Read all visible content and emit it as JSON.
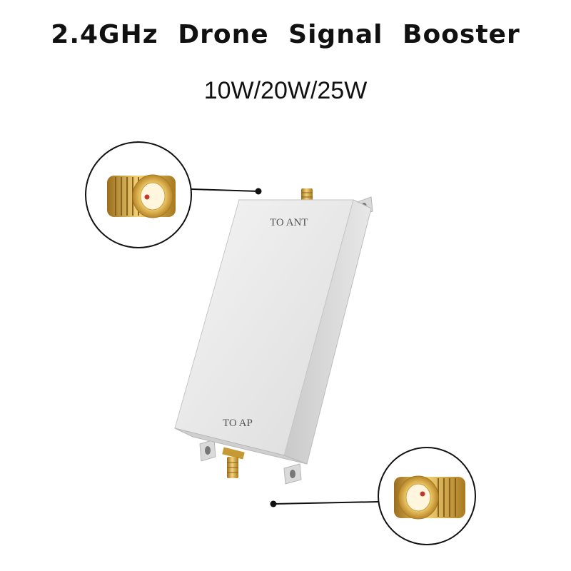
{
  "title": "2.4GHz Drone Signal Booster",
  "subtitle": "10W/20W/25W",
  "device": {
    "top_port_label": "TO ANT",
    "bottom_port_label": "TO AP",
    "body_color": "#e6e6e6",
    "connector_color": "#d4a63c"
  },
  "icons": [
    "sma-connector-closeup-top",
    "sma-connector-closeup-bottom"
  ]
}
